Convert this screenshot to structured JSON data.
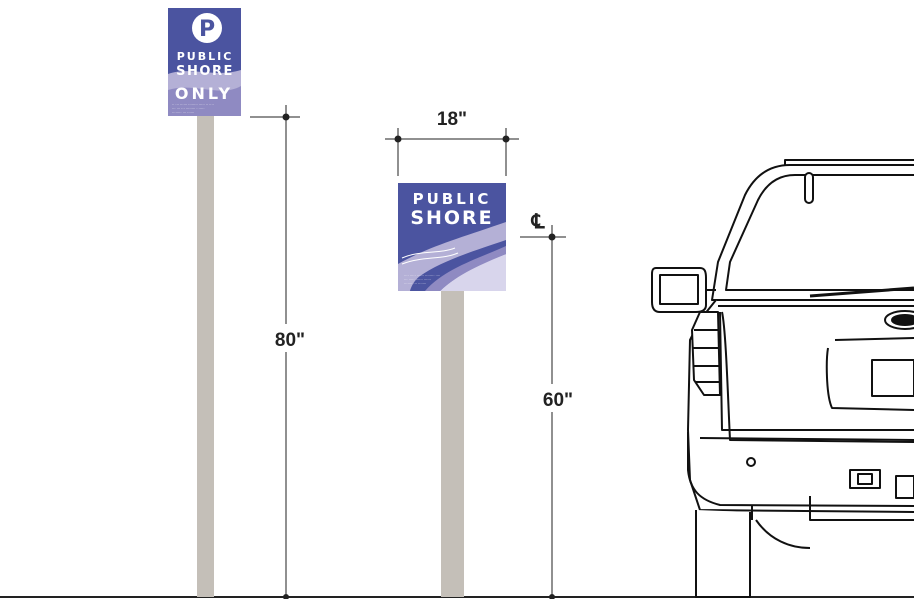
{
  "colors": {
    "sign_blue": "#4b54a0",
    "sign_lavender": "#b4b0d6",
    "post": "#c4bfb8",
    "line": "#222222",
    "vehicle_outline": "#111111"
  },
  "sign_parking": {
    "symbol": "P",
    "line1": "PUBLIC",
    "line2": "SHORE",
    "line3": "ONLY",
    "fine_print": [
      "·· ··· ······ ········ ····· ·· ····",
      "··· ··· ··· ········ · ·····",
      "········ ··· ······"
    ]
  },
  "sign_shore": {
    "line1": "PUBLIC",
    "line2": "SHORE",
    "fine_print": [
      "···· ····· ······ ········ ····",
      "··· ····· ······ ······",
      "······· ··· ·······"
    ]
  },
  "dimensions": {
    "width_label": "18\"",
    "height_parking_label": "80\"",
    "height_center_label": "60\"",
    "centerline_symbol": "℄"
  },
  "vehicle": {
    "icon": "suv-rear-icon"
  }
}
